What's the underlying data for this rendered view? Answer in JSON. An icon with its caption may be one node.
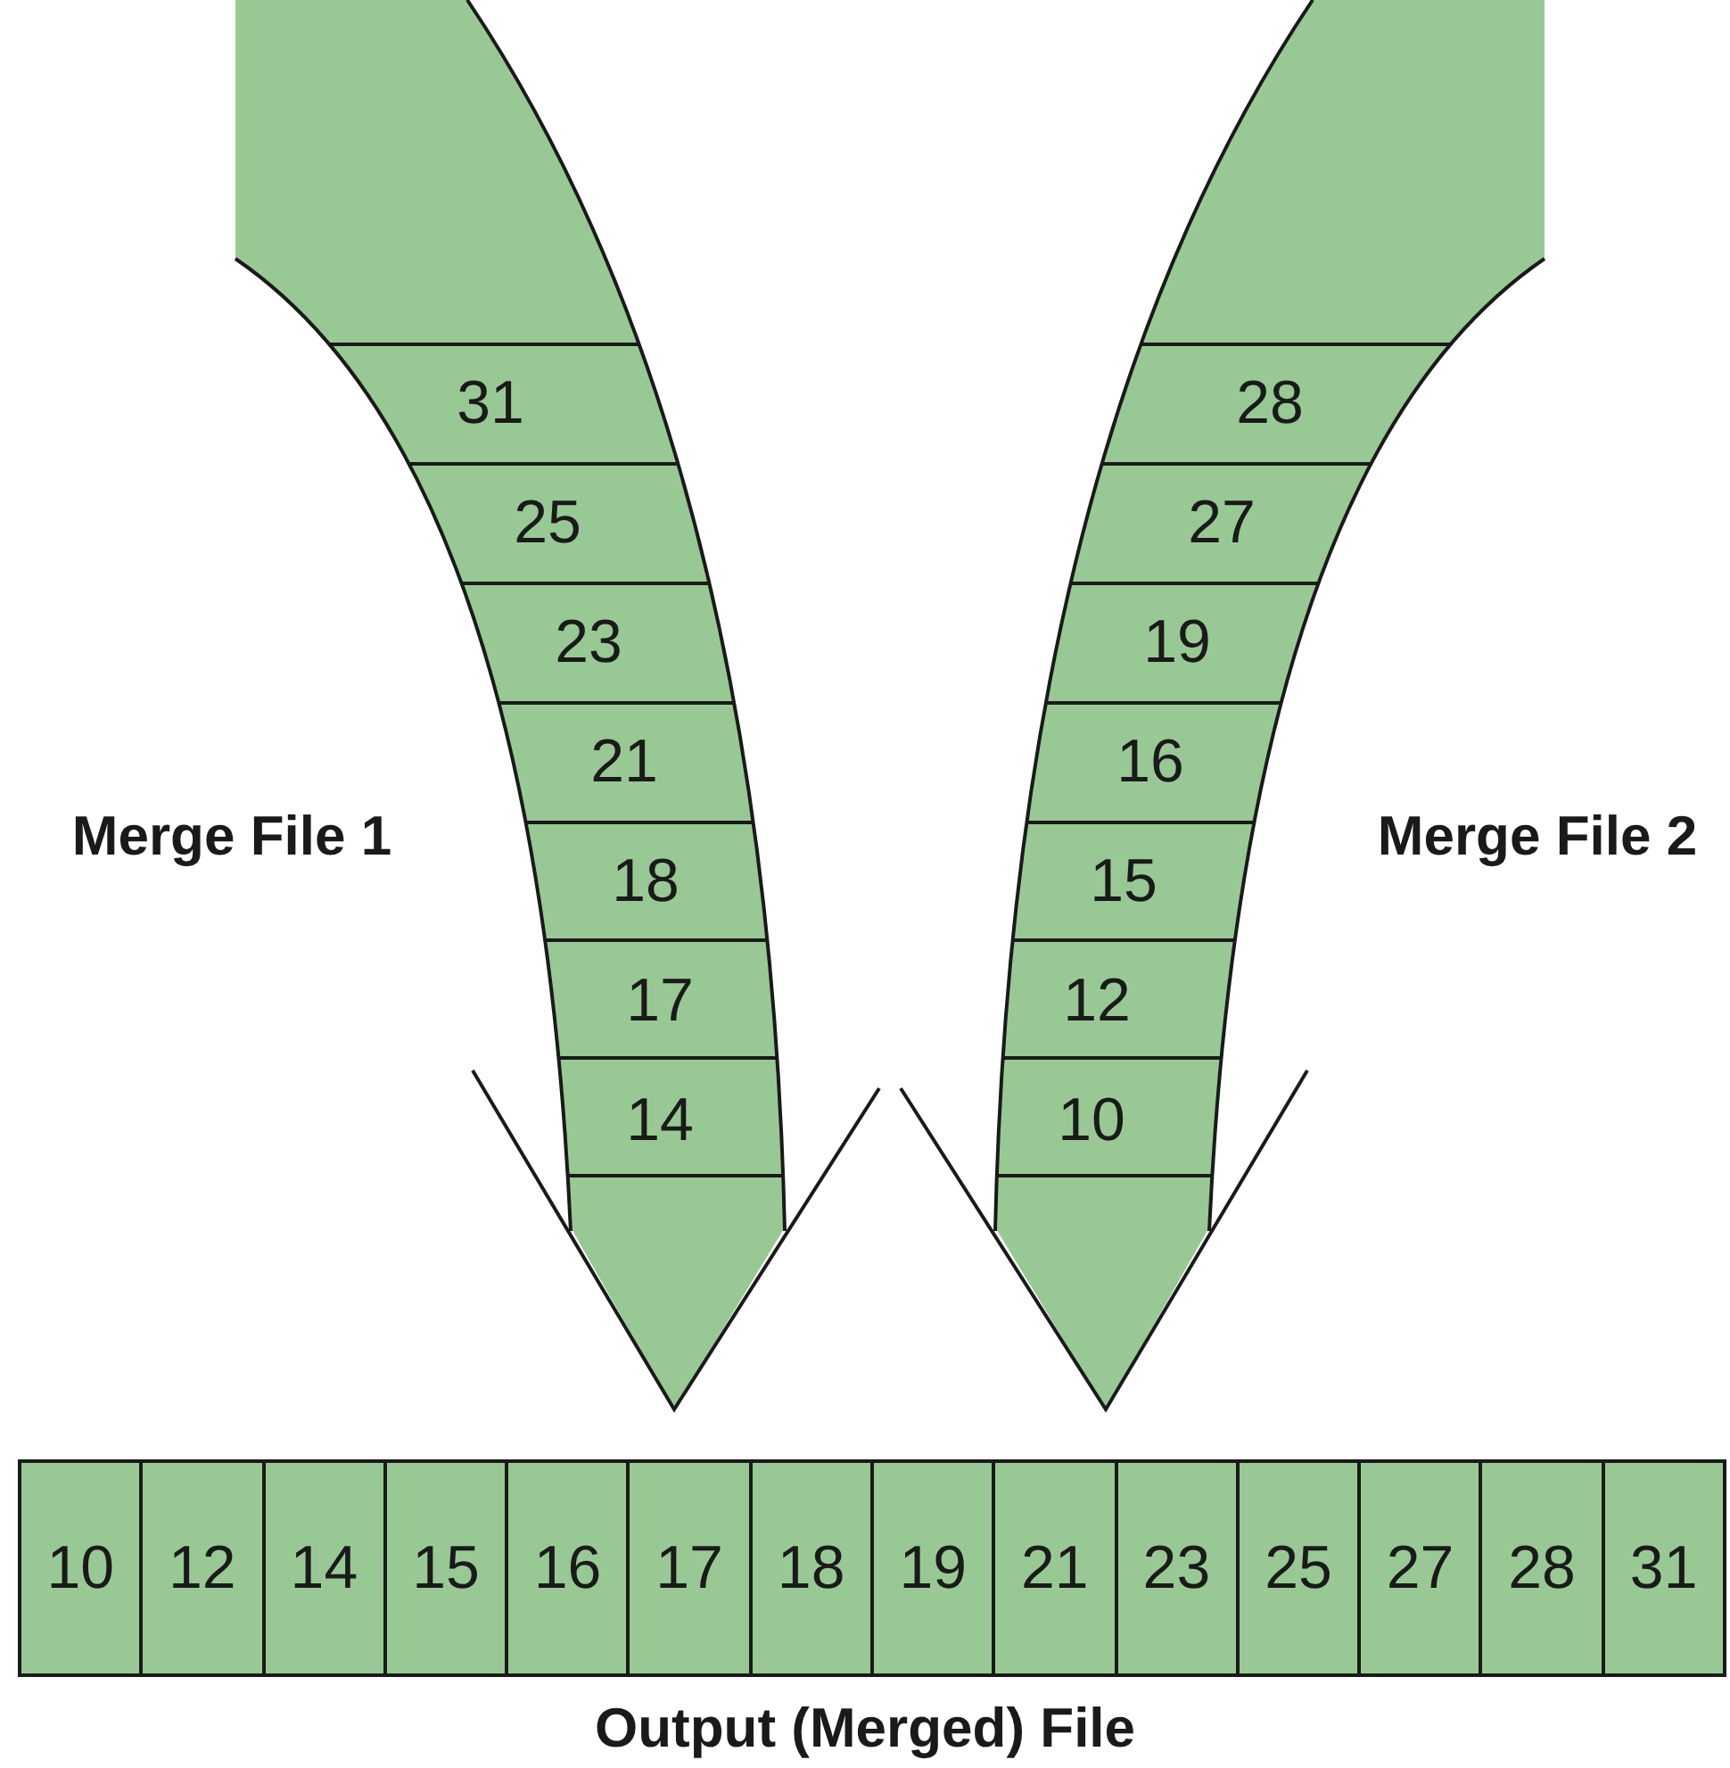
{
  "diagram": {
    "nodes": [
      {
        "text": [],
        "shape": "arrow",
        "beside": [
          "Merge File 1"
        ]
      },
      {
        "text": [
          "31"
        ],
        "in": 0
      },
      {
        "text": [
          "25"
        ],
        "in": 0
      },
      {
        "text": [
          "23"
        ],
        "in": 0
      },
      {
        "text": [
          "21"
        ],
        "in": 0
      },
      {
        "text": [
          "18"
        ],
        "in": 0
      },
      {
        "text": [
          "17"
        ],
        "in": 0
      },
      {
        "text": [
          "14"
        ],
        "in": 0
      },
      {
        "text": [],
        "shape": "arrow",
        "beside": [
          "Merge File 2"
        ]
      },
      {
        "text": [
          "28"
        ],
        "in": 8
      },
      {
        "text": [
          "27"
        ],
        "in": 8
      },
      {
        "text": [
          "19"
        ],
        "in": 8
      },
      {
        "text": [
          "16"
        ],
        "in": 8
      },
      {
        "text": [
          "15"
        ],
        "in": 8
      },
      {
        "text": [
          "12"
        ],
        "in": 8
      },
      {
        "text": [
          "10"
        ],
        "in": 8
      },
      {
        "text": [],
        "shape": "bar",
        "beside": [
          "Output (Merged) File"
        ]
      },
      {
        "text": [
          "10"
        ],
        "in": 16
      },
      {
        "text": [
          "12"
        ],
        "in": 16
      },
      {
        "text": [
          "14"
        ],
        "in": 16
      },
      {
        "text": [
          "15"
        ],
        "in": 16
      },
      {
        "text": [
          "16"
        ],
        "in": 16
      },
      {
        "text": [
          "17"
        ],
        "in": 16
      },
      {
        "text": [
          "18"
        ],
        "in": 16
      },
      {
        "text": [
          "19"
        ],
        "in": 16
      },
      {
        "text": [
          "21"
        ],
        "in": 16
      },
      {
        "text": [
          "23"
        ],
        "in": 16
      },
      {
        "text": [
          "25"
        ],
        "in": 16
      },
      {
        "text": [
          "27"
        ],
        "in": 16
      },
      {
        "text": [
          "28"
        ],
        "in": 16
      },
      {
        "text": [
          "31"
        ],
        "in": 16
      }
    ]
  }
}
